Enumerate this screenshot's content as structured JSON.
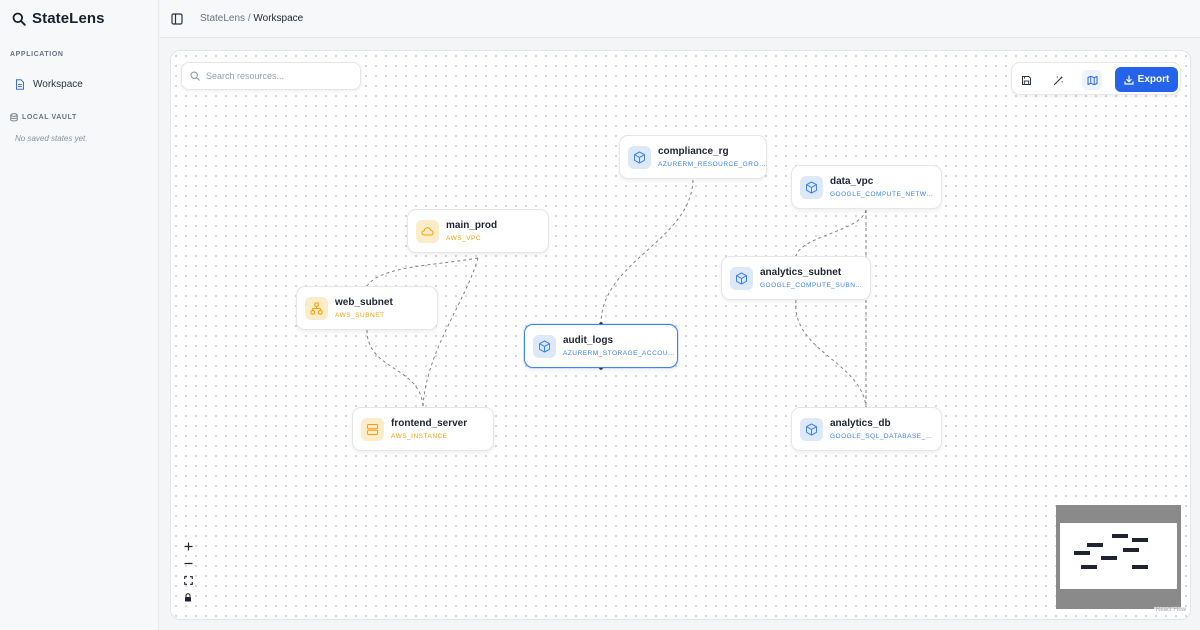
{
  "app": {
    "name": "StateLens",
    "brand_icon": "search-icon",
    "accent_color": "#2563eb"
  },
  "sidebar": {
    "application_label": "APPLICATION",
    "items": [
      {
        "label": "Workspace",
        "icon": "file-icon"
      }
    ],
    "vault_label": "LOCAL VAULT",
    "vault_icon": "database-icon",
    "vault_empty": "No saved states yet."
  },
  "topbar": {
    "breadcrumb_root": "StateLens",
    "breadcrumb_sep": "/",
    "breadcrumb_current": "Workspace"
  },
  "canvas": {
    "search_placeholder": "Search resources...",
    "toolbar": {
      "save_icon": "save-icon",
      "auto_layout_icon": "magic-wand-icon",
      "map_icon": "map-icon",
      "export_label": "Export"
    },
    "nodes": [
      {
        "id": "main_prod",
        "name": "main_prod",
        "type": "AWS_VPC",
        "provider": "aws",
        "icon": "cloud-icon"
      },
      {
        "id": "web_subnet",
        "name": "web_subnet",
        "type": "AWS_SUBNET",
        "provider": "aws",
        "icon": "network-icon"
      },
      {
        "id": "frontend_server",
        "name": "frontend_server",
        "type": "AWS_INSTANCE",
        "provider": "aws",
        "icon": "server-icon"
      },
      {
        "id": "compliance_rg",
        "name": "compliance_rg",
        "type": "AZURERM_RESOURCE_GROUP",
        "provider": "other",
        "icon": "cube-icon"
      },
      {
        "id": "audit_logs",
        "name": "audit_logs",
        "type": "AZURERM_STORAGE_ACCOU...",
        "provider": "other",
        "icon": "cube-icon",
        "selected": true
      },
      {
        "id": "data_vpc",
        "name": "data_vpc",
        "type": "GOOGLE_COMPUTE_NETWO...",
        "provider": "other",
        "icon": "cube-icon"
      },
      {
        "id": "analytics_subnet",
        "name": "analytics_subnet",
        "type": "GOOGLE_COMPUTE_SUBNET...",
        "provider": "other",
        "icon": "cube-icon"
      },
      {
        "id": "analytics_db",
        "name": "analytics_db",
        "type": "GOOGLE_SQL_DATABASE_IN...",
        "provider": "other",
        "icon": "cube-icon"
      }
    ],
    "edges": [
      [
        "main_prod",
        "web_subnet"
      ],
      [
        "main_prod",
        "frontend_server"
      ],
      [
        "web_subnet",
        "frontend_server"
      ],
      [
        "compliance_rg",
        "audit_logs"
      ],
      [
        "data_vpc",
        "analytics_subnet"
      ],
      [
        "data_vpc",
        "analytics_db"
      ],
      [
        "analytics_subnet",
        "analytics_db"
      ]
    ],
    "controls": [
      "zoom-in-icon",
      "zoom-out-icon",
      "fit-view-icon",
      "lock-icon"
    ],
    "attribution": "React Flow"
  },
  "colors": {
    "aws": "#f59e0b",
    "other": "#3b82f6",
    "selected_border": "#3b82f6"
  }
}
